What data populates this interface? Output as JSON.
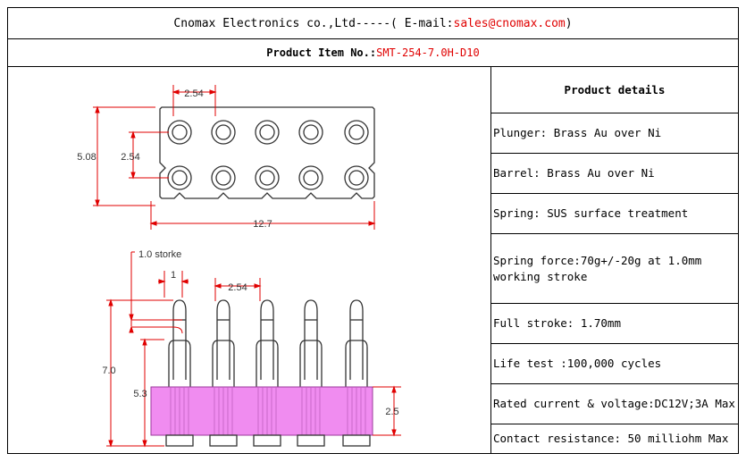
{
  "header": {
    "company": "Cnomax Electronics co.,Ltd-----( E-mail: ",
    "email": "sales@cnomax.com",
    "close": ")"
  },
  "product_item": {
    "label": "Product Item No.: ",
    "value": "SMT-254-7.0H-D10"
  },
  "drawing": {
    "pitch_top": "2.54",
    "height_top": "5.08",
    "row_pitch": "2.54",
    "width_top": "12.7",
    "stroke_label": "1.0 storke",
    "plunger_width": "1",
    "pitch_side": "2.54",
    "total_height": "7.0",
    "body_height": "5.3",
    "insulator_height": "2.5"
  },
  "details": {
    "title": "Product details",
    "rows": [
      "Plunger: Brass Au over Ni",
      "Barrel: Brass Au over Ni",
      "Spring: SUS surface treatment",
      "Spring force:70g+/-20g at 1.0mm working stroke",
      "Full stroke: 1.70mm",
      "Life test :100,000 cycles",
      "Rated current & voltage:DC12V;3A Max",
      "Contact resistance: 50 milliohm Max"
    ]
  },
  "colors": {
    "accent": "#e00000",
    "insulator": "#f08cf0"
  }
}
